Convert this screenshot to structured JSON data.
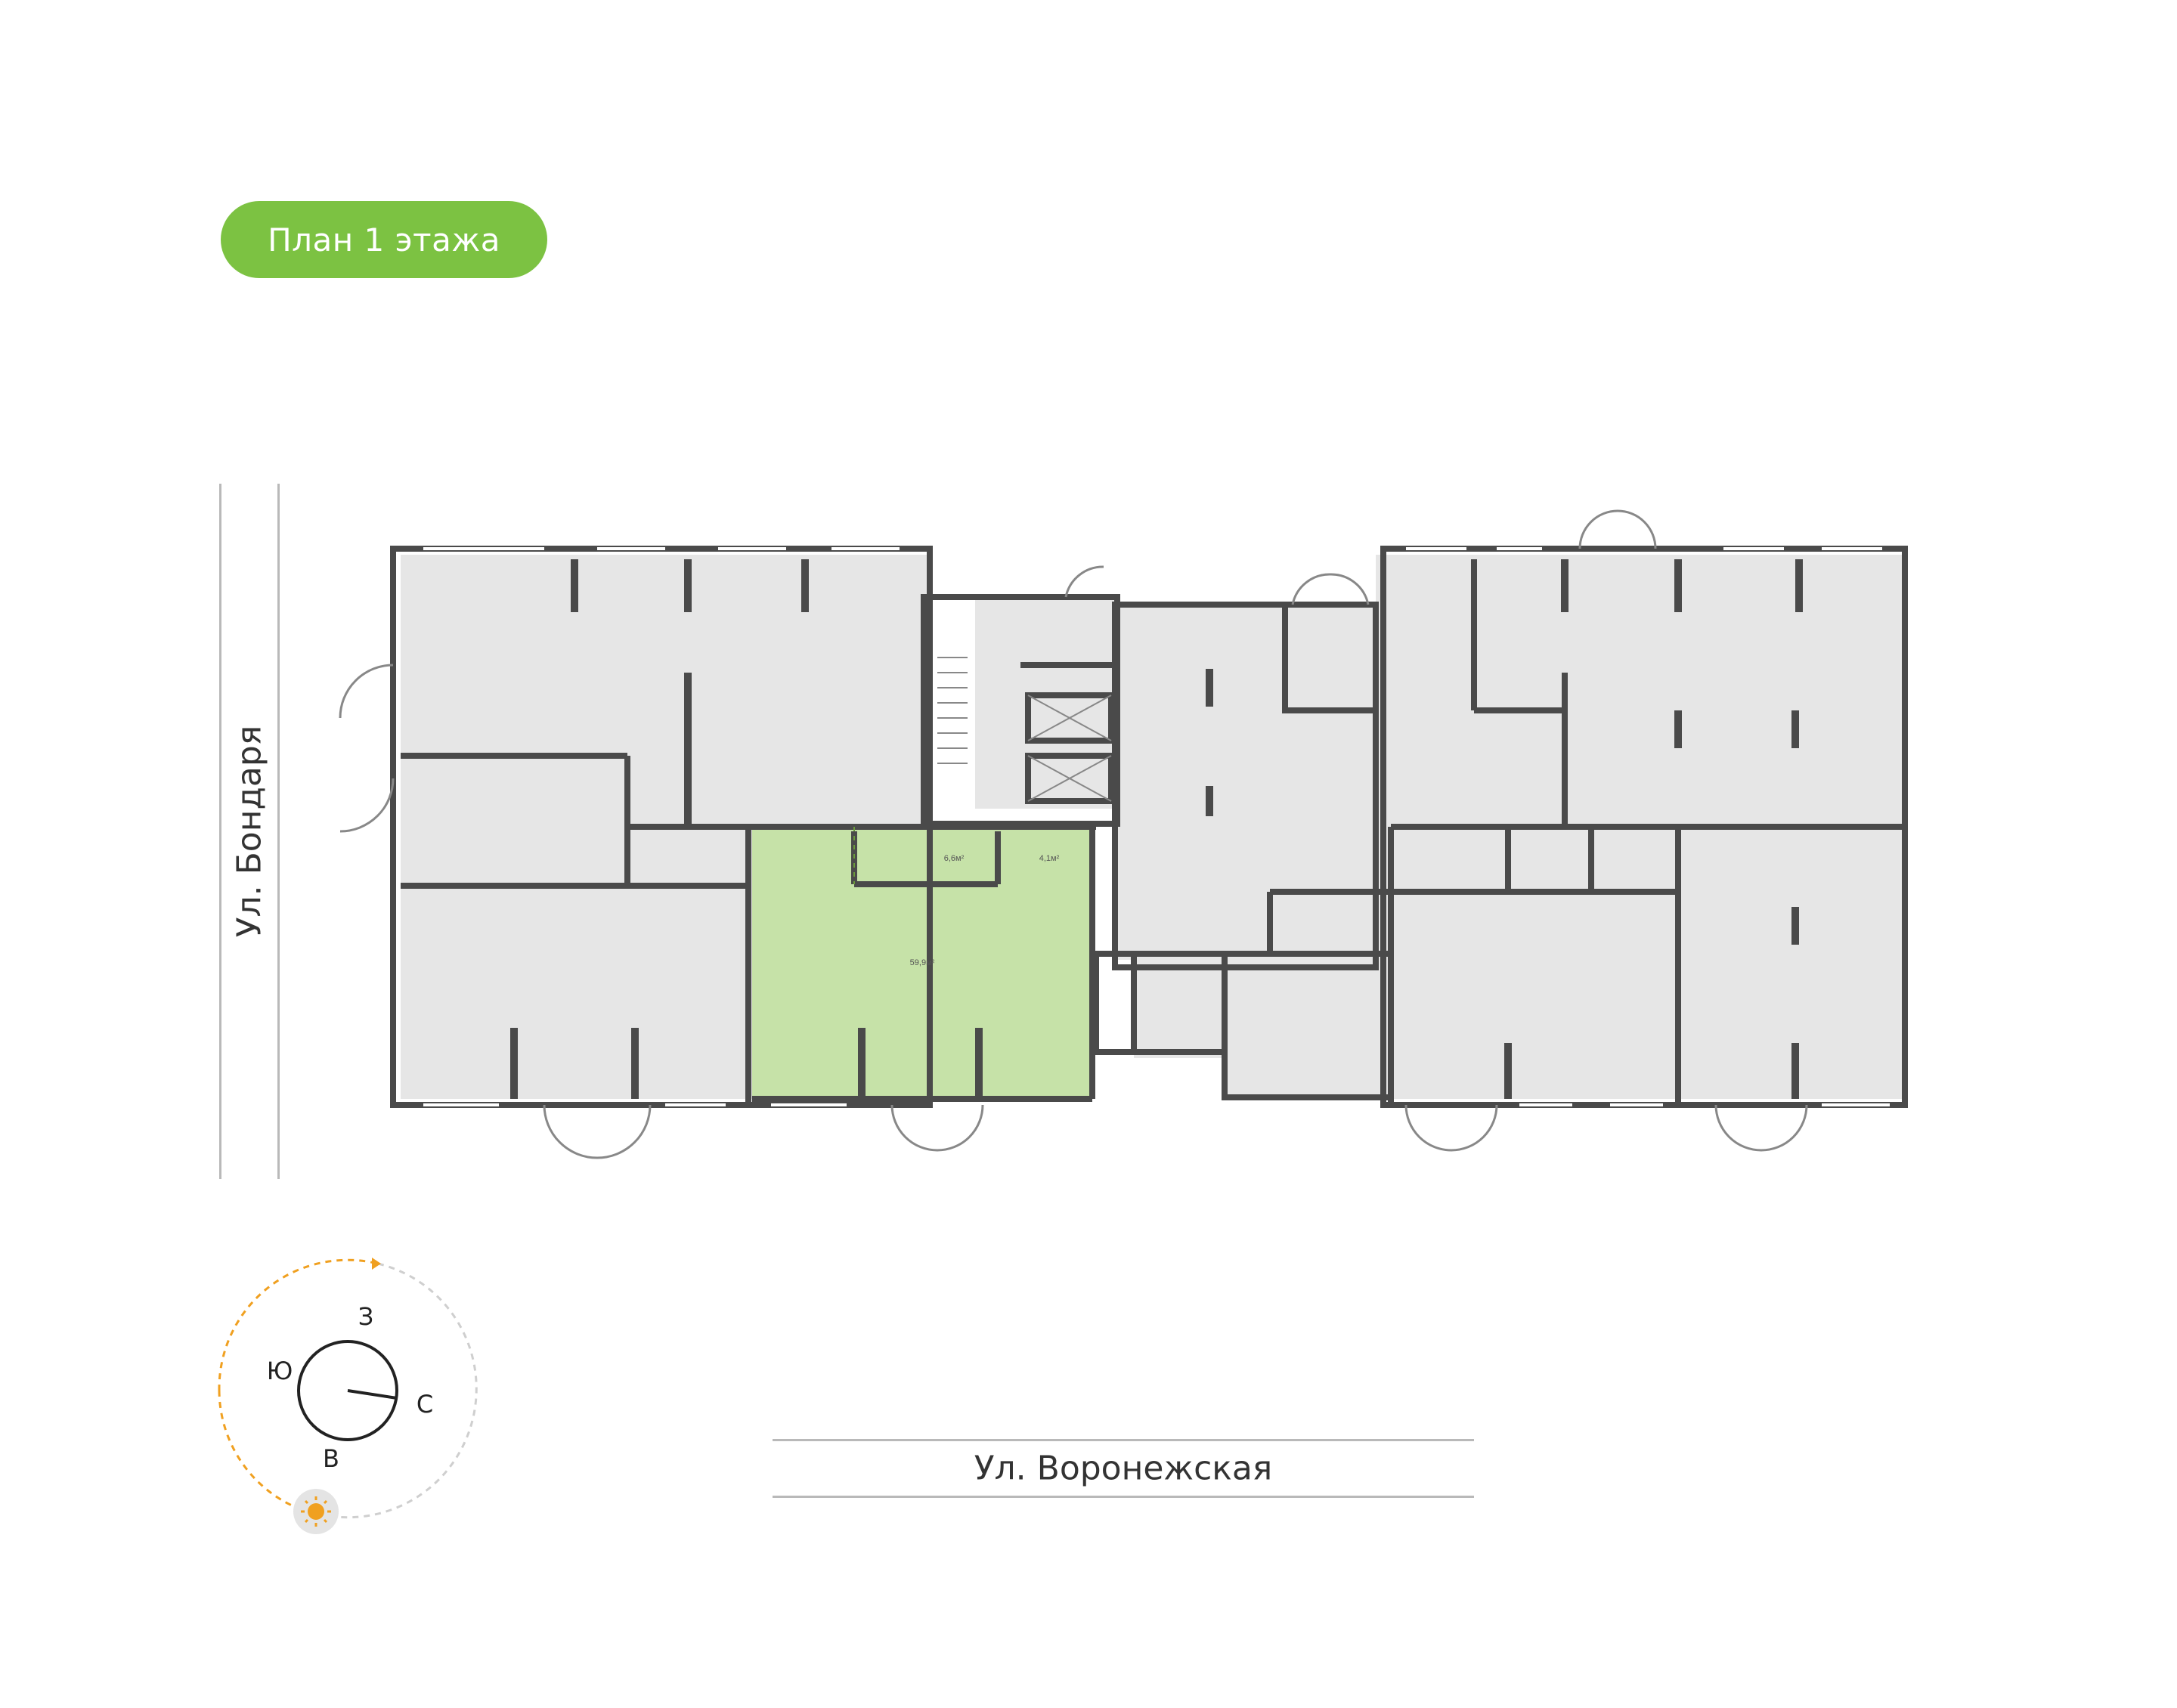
{
  "floor_badge": {
    "label": "План 1 этажа",
    "color": "#7cc242"
  },
  "streets": {
    "left": "Ул. Бондаря",
    "bottom": "Ул. Воронежская"
  },
  "highlighted_unit": {
    "color": "#c6e2a8",
    "areas": {
      "main": "59,9м²",
      "storage_1": "6,6м²",
      "storage_2": "4,1м²"
    }
  },
  "compass": {
    "north": "С",
    "south": "Ю",
    "west": "З",
    "east": "В",
    "sun_color": "#f0a020",
    "path_color": "#f0a020"
  },
  "colors": {
    "wall": "#4a4a4a",
    "room": "#e6e6e6"
  }
}
